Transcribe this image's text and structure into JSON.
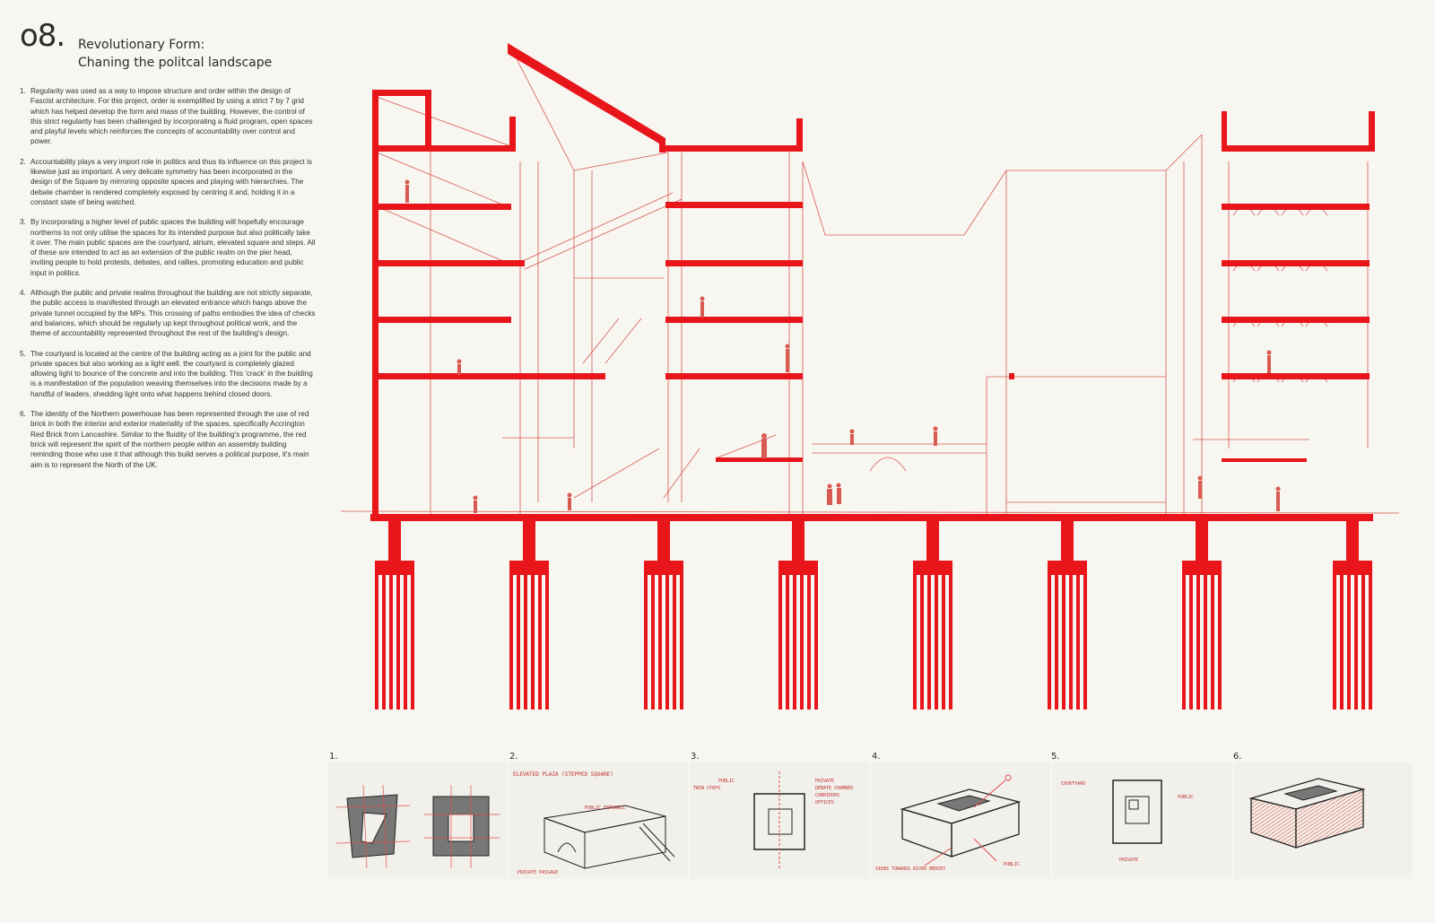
{
  "sheet": {
    "number": "o8.",
    "title_line1": "Revolutionary Form:",
    "title_line2": "Chaning the politcal landscape"
  },
  "notes": [
    {
      "num": "1.",
      "text": "Regularity was used as a way to impose structure and order within the design of Fascist architecture. For this project, order is exemplified by using a strict 7 by 7 grid which has helped develop the form and mass of the building. However, the control of this strict regularity has been challenged by incorporating a fluid program, open spaces and playful levels which reinforces the concepts of accountability over control and power."
    },
    {
      "num": "2.",
      "text": "Accountability plays a very import role in politics and thus its influence on this project is likewise just as important. A very delicate symmetry has been incorporated in the design of the Square by mirroring opposite spaces and playing with hierarchies. The debate chamber is rendered completely exposed by centring it and, holding it in a constant state of being watched."
    },
    {
      "num": "3.",
      "text": "By incorporating a higher level of public spaces the building will hopefully encourage northerns to not only utilise the spaces for its intended purpose but also politically take it over. The main public spaces are the courtyard, atrium, elevated square and steps. All of these are intended to act as an extension of the public realm on the pier head, inviting people to hold protests, debates, and rallies, promoting education and public input in politics."
    },
    {
      "num": "4.",
      "text": "Although the public and private realms throughout the building are not strictly separate, the public access is manifested through an elevated entrance which hangs above the private tunnel occupied by the MPs. This crossing of paths embodies the idea of checks and balances, which should be regularly up kept throughout political work, and the theme of accountability represented throughout the rest of the building's design."
    },
    {
      "num": "5.",
      "text": "The courtyard is located at the centre of the building acting as a joint for the public and private spaces but also working as a light well. the courtyard is completely glazed allowing light to bounce of the concrete and into the building. This 'crack' in the building is a manifestation of the population weaving themselves into the decisions made by a handful of leaders, shedding light onto what happens behind closed doors."
    },
    {
      "num": "6.",
      "text": "The identity of the Northern powerhouse has been represented through the use of red brick in both the interior and exterior materiality of the spaces, specifically Accrington Red Brick from Lancashire. Similar to the fluidity of the building's programme, the red brick will represent the spirit of the northern people within an assembly building reminding those who use it that although this build serves a political purpose, it's main aim is to represent the North of the UK."
    }
  ],
  "sketches": [
    {
      "label": "1.",
      "icon": "grid-plan-sketch-icon"
    },
    {
      "label": "2.",
      "icon": "elevated-square-sketch-icon",
      "annotations": [
        "ELEVATED PLAZA (STEPPED SQUARE)",
        "PUBLIC ENTRANCE",
        "PRIVATE PASSAGE"
      ]
    },
    {
      "label": "3.",
      "icon": "symmetry-plan-sketch-icon",
      "annotations": [
        "PUBLIC",
        "TWIN STEPS",
        "PRIVATE",
        "DEBATE CHAMBER",
        "CORRIDORS",
        "OFFICES"
      ]
    },
    {
      "label": "4.",
      "icon": "public-private-massing-sketch-icon",
      "annotations": [
        "PUBLIC",
        "VIEWS TOWARDS RIVER MERSEY"
      ]
    },
    {
      "label": "5.",
      "icon": "courtyard-plan-sketch-icon",
      "annotations": [
        "COURTYARD",
        "PUBLIC",
        "PRIVATE"
      ]
    },
    {
      "label": "6.",
      "icon": "brick-massing-sketch-icon"
    }
  ],
  "colors": {
    "accent_red": "#e8151b",
    "line_red": "#d95a50",
    "paper": "#f7f6f1",
    "sketch_fill": "#777777"
  }
}
